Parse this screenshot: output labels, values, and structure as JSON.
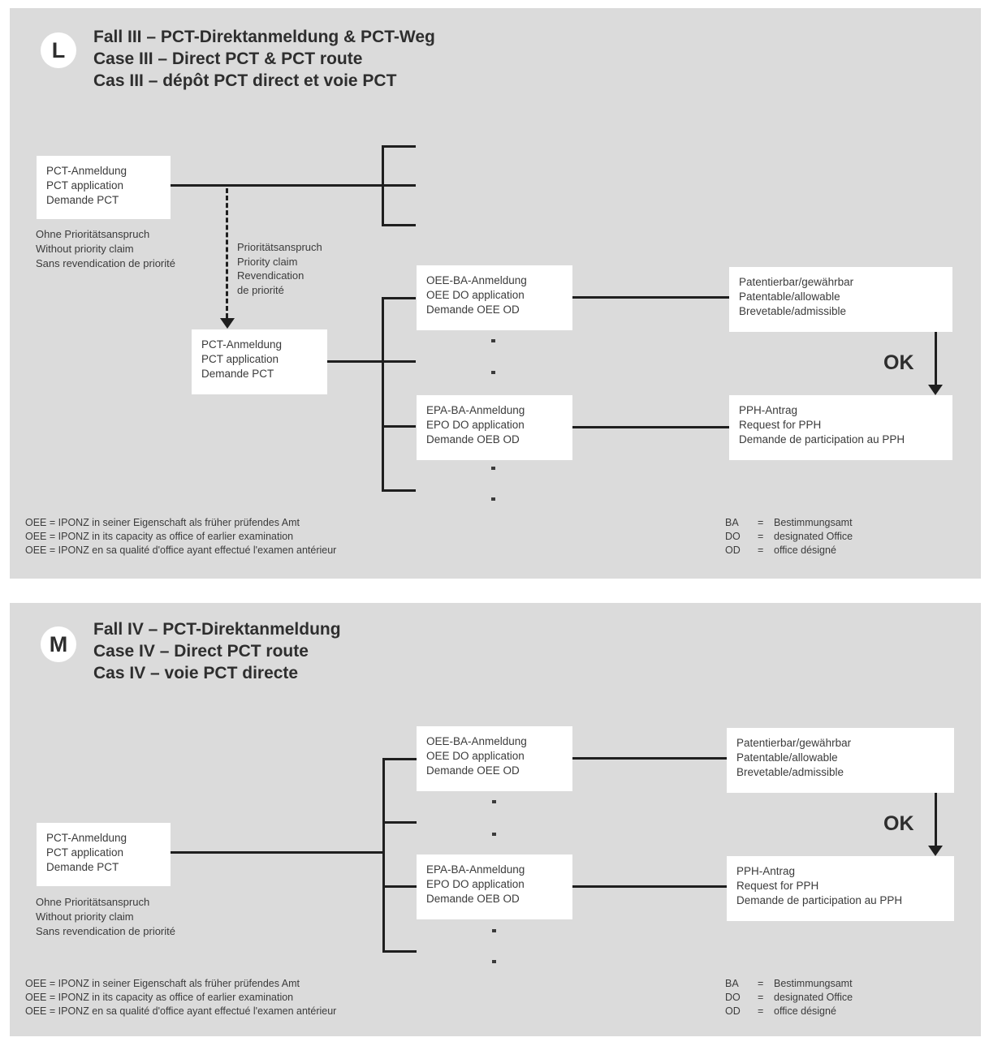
{
  "colors": {
    "page_bg": "#ffffff",
    "panel_bg": "#dbdbdb",
    "box_bg": "#ffffff",
    "line": "#1f1f1f",
    "text": "#3b3b3b"
  },
  "panel_l": {
    "badge": "L",
    "titles": [
      "Fall III – PCT-Direktanmeldung & PCT-Weg",
      "Case III – Direct PCT & PCT route",
      "Cas III – dépôt PCT direct et voie PCT"
    ],
    "pct_box_top": [
      "PCT-Anmeldung",
      "PCT application",
      "Demande PCT"
    ],
    "no_priority_note": [
      "Ohne Prioritätsanspruch",
      "Without priority claim",
      "Sans revendication de priorité"
    ],
    "priority_label": [
      "Prioritätsanspruch",
      "Priority claim",
      "Revendication",
      "de priorité"
    ],
    "pct_box_second": [
      "PCT-Anmeldung",
      "PCT application",
      "Demande PCT"
    ],
    "oee_box": [
      "OEE-BA-Anmeldung",
      "OEE DO application",
      "Demande OEE OD"
    ],
    "epa_box": [
      "EPA-BA-Anmeldung",
      "EPO DO application",
      "Demande OEB OD"
    ],
    "patentable_box": [
      "Patentierbar/gewährbar",
      "Patentable/allowable",
      "Brevetable/admissible"
    ],
    "ok_label": "OK",
    "pph_box": [
      "PPH-Antrag",
      "Request for PPH",
      "Demande de participation au PPH"
    ],
    "footnotes": [
      "OEE = IPONZ in seiner Eigenschaft als früher prüfendes Amt",
      "OEE = IPONZ in its capacity as office of earlier examination",
      "OEE = IPONZ en sa qualité d'office ayant effectué l'examen antérieur"
    ],
    "legend": [
      {
        "abbr": "BA",
        "eq": "=",
        "label": "Bestimmungsamt"
      },
      {
        "abbr": "DO",
        "eq": "=",
        "label": "designated Office"
      },
      {
        "abbr": "OD",
        "eq": "=",
        "label": "office désigné"
      }
    ]
  },
  "panel_m": {
    "badge": "M",
    "titles": [
      "Fall IV – PCT-Direktanmeldung",
      "Case IV – Direct PCT route",
      "Cas IV – voie PCT directe"
    ],
    "pct_box": [
      "PCT-Anmeldung",
      "PCT application",
      "Demande PCT"
    ],
    "no_priority_note": [
      "Ohne Prioritätsanspruch",
      "Without priority claim",
      "Sans revendication de priorité"
    ],
    "oee_box": [
      "OEE-BA-Anmeldung",
      "OEE DO application",
      "Demande OEE OD"
    ],
    "epa_box": [
      "EPA-BA-Anmeldung",
      "EPO DO application",
      "Demande OEB OD"
    ],
    "patentable_box": [
      "Patentierbar/gewährbar",
      "Patentable/allowable",
      "Brevetable/admissible"
    ],
    "ok_label": "OK",
    "pph_box": [
      "PPH-Antrag",
      "Request for PPH",
      "Demande de participation au PPH"
    ],
    "footnotes": [
      "OEE = IPONZ in seiner Eigenschaft als früher prüfendes Amt",
      "OEE = IPONZ in its capacity as office of earlier examination",
      "OEE = IPONZ en sa qualité d'office ayant effectué l'examen antérieur"
    ],
    "legend": [
      {
        "abbr": "BA",
        "eq": "=",
        "label": "Bestimmungsamt"
      },
      {
        "abbr": "DO",
        "eq": "=",
        "label": "designated Office"
      },
      {
        "abbr": "OD",
        "eq": "=",
        "label": "office désigné"
      }
    ]
  }
}
